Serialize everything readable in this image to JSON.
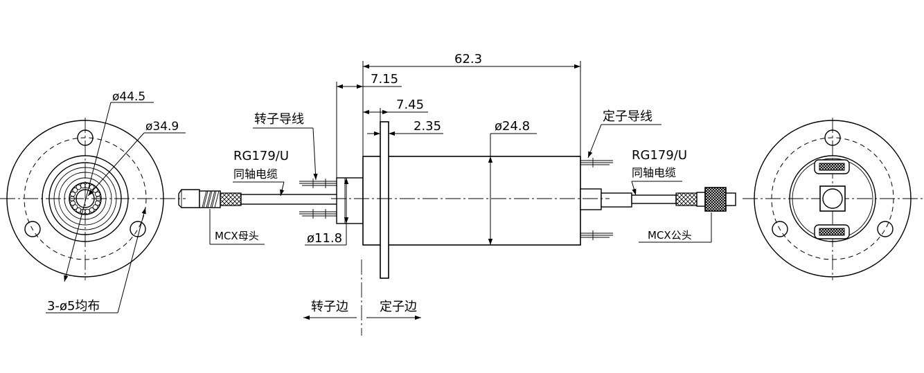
{
  "dimensions": {
    "overall_length": "62.3",
    "flange_offset": "7.15",
    "flange_to_body": "7.45",
    "flange_thickness": "2.35",
    "body_diameter": "ø24.8",
    "rotor_diameter": "ø11.8",
    "flange_diameter": "ø44.5",
    "bolt_circle": "ø34.9",
    "mount_holes": "3-ø5均布"
  },
  "labels": {
    "rotor_wires": "转子导线",
    "stator_wires": "定子导线",
    "cable_left": "RG179/U",
    "cable_left_desc": "同轴电缆",
    "cable_right": "RG179/U",
    "cable_right_desc": "同轴电缆",
    "connector_left": "MCX母头",
    "connector_right": "MCX公头",
    "rotor_side": "转子边",
    "stator_side": "定子边"
  }
}
